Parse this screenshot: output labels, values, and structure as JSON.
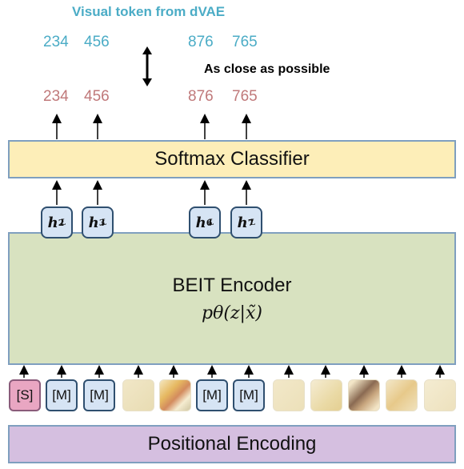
{
  "header": {
    "title": "Visual token from dVAE"
  },
  "tokens_target": [
    "234",
    "456",
    "876",
    "765"
  ],
  "tokens_predicted": [
    "234",
    "456",
    "876",
    "765"
  ],
  "compare_label": "As close as possible",
  "softmax": {
    "label": "Softmax Classifier"
  },
  "hidden_states": [
    {
      "base": "h",
      "sub": "2",
      "sup": "L"
    },
    {
      "base": "h",
      "sub": "3",
      "sup": "L"
    },
    {
      "base": "h",
      "sub": "6",
      "sup": "L"
    },
    {
      "base": "h",
      "sub": "7",
      "sup": "L"
    }
  ],
  "encoder": {
    "title": "BEIT Encoder",
    "formula": "pθ(z|x̃)"
  },
  "inputs": {
    "special": "[S]",
    "mask": "[M]"
  },
  "positional": {
    "label": "Positional Encoding"
  },
  "colors": {
    "teal": "#4bacc6",
    "rose": "#c0797a",
    "softmax_fill": "#fdeeb8",
    "encoder_fill": "#d8e2c0",
    "positional_fill": "#d5bfe0"
  }
}
